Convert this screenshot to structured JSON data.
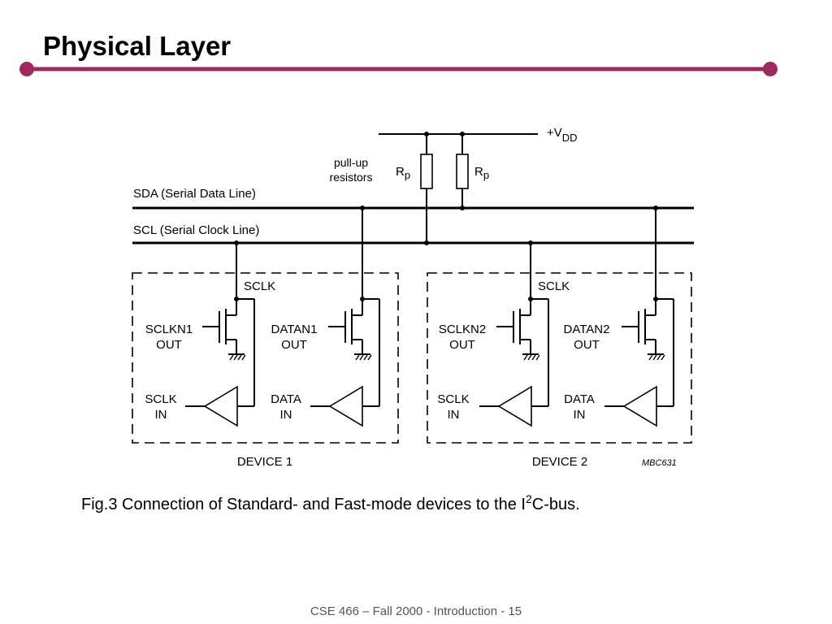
{
  "slide": {
    "title": "Physical Layer",
    "footer": "CSE 466 – Fall 2000 - Introduction - 15",
    "accent_color": "#9b2b5e"
  },
  "diagram": {
    "vdd_label": "+V",
    "vdd_sub": "DD",
    "pullup_line1": "pull-up",
    "pullup_line2": "resistors",
    "resistor_label": "R",
    "resistor_sub": "p",
    "sda_label": "SDA (Serial Data Line)",
    "scl_label": "SCL (Serial Clock Line)",
    "devices": [
      {
        "name": "DEVICE 1",
        "sclk": "SCLK",
        "clk_out_1": "SCLKN1",
        "clk_out_2": "OUT",
        "data_out_1": "DATAN1",
        "data_out_2": "OUT",
        "clk_in_1": "SCLK",
        "clk_in_2": "IN",
        "data_in_1": "DATA",
        "data_in_2": "IN"
      },
      {
        "name": "DEVICE 2",
        "sclk": "SCLK",
        "clk_out_1": "SCLKN2",
        "clk_out_2": "OUT",
        "data_out_1": "DATAN2",
        "data_out_2": "OUT",
        "clk_in_1": "SCLK",
        "clk_in_2": "IN",
        "data_in_1": "DATA",
        "data_in_2": "IN"
      }
    ],
    "ref_code": "MBC631",
    "caption_pre": "Fig.3  Connection of Standard- and Fast-mode devices to the I",
    "caption_sup": "2",
    "caption_post": "C-bus."
  }
}
